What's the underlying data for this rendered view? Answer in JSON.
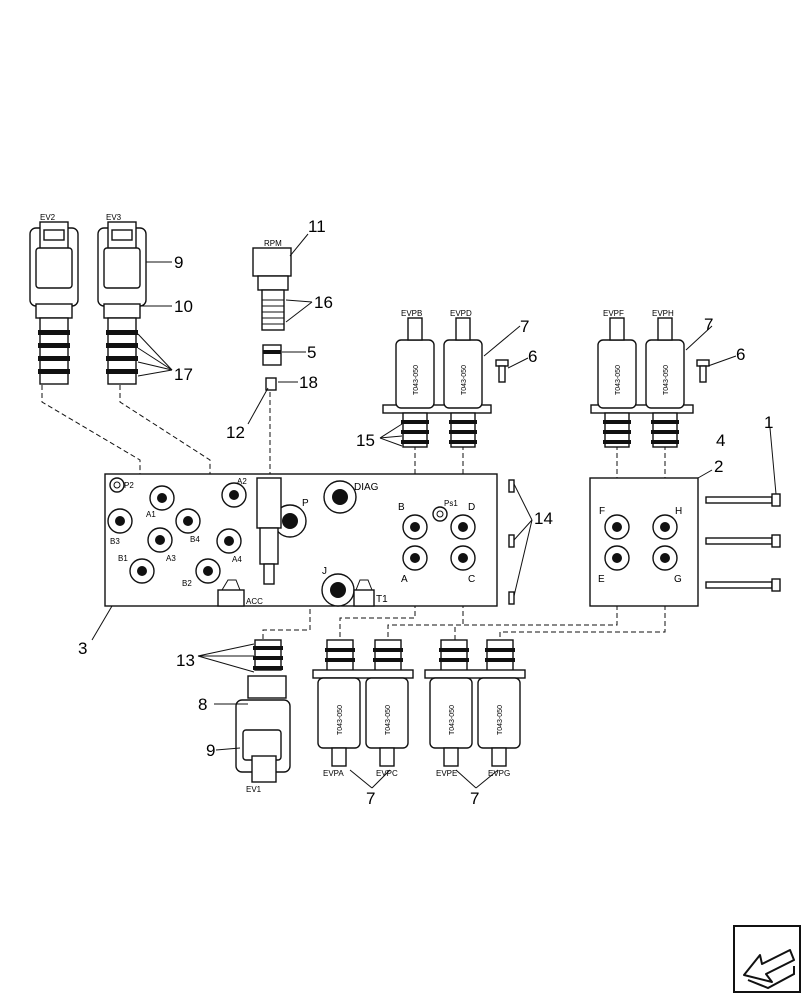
{
  "callouts": {
    "c1": "1",
    "c2": "2",
    "c3": "3",
    "c4": "4",
    "c5": "5",
    "c6a": "6",
    "c6b": "6",
    "c7a": "7",
    "c7b": "7",
    "c7c": "7",
    "c7d": "7",
    "c8": "8",
    "c9a": "9",
    "c9b": "9",
    "c10": "10",
    "c11": "11",
    "c12": "12",
    "c13": "13",
    "c14": "14",
    "c15": "15",
    "c16": "16",
    "c17": "17",
    "c18": "18"
  },
  "valve_tags": {
    "ev2": "EV2",
    "ev3": "EV3",
    "ev1": "EV1",
    "rpm": "RPM",
    "evpb": "EVPB",
    "evpd": "EVPD",
    "evpf": "EVPF",
    "evph": "EVPH",
    "evpa": "EVPA",
    "evpc": "EVPC",
    "evpe": "EVPE",
    "evpg": "EVPG"
  },
  "coil_code": "T043-050",
  "ports": {
    "p2": "P2",
    "a1": "A1",
    "a2": "A2",
    "a3": "A3",
    "a4": "A4",
    "b1": "B1",
    "b2": "B2",
    "b3": "B3",
    "b4": "B4",
    "p": "P",
    "diag": "DIAG",
    "acc": "ACC",
    "j": "J",
    "t1": "T1",
    "b": "B",
    "d": "D",
    "a": "A",
    "c": "C",
    "ps1": "Ps1",
    "e": "E",
    "f": "F",
    "g": "G",
    "h": "H"
  },
  "nav": {
    "icon": "arrow-left-icon"
  }
}
